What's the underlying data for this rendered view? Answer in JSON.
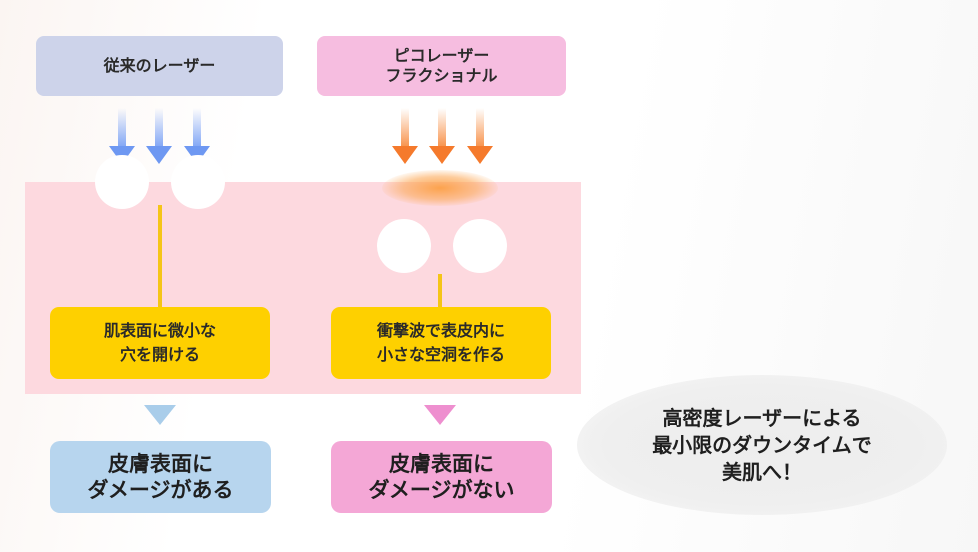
{
  "diagram": {
    "left_column": {
      "header": "従来のレーザー",
      "arrow_color": "#6e98f2",
      "callout_lines": [
        "肌表面に微小な",
        "穴を開ける"
      ],
      "result_lines": [
        "皮膚表面に",
        "ダメージがある"
      ],
      "result_color": "#b7d5ee",
      "indicator_color": "#a9cdea"
    },
    "right_column": {
      "header_lines": [
        "ピコレーザー",
        "フラクショナル"
      ],
      "arrow_color": "#f57a2c",
      "callout_lines": [
        "衝撃波で表皮内に",
        "小さな空洞を作る"
      ],
      "result_lines": [
        "皮膚表面に",
        "ダメージがない"
      ],
      "result_color": "#f4a7d6",
      "indicator_color": "#ee8fcf"
    },
    "skin_layer_color": "#fdd9df",
    "callout_color": "#fed000",
    "speech_bubble_lines": [
      "高密度レーザーによる",
      "最小限のダウンタイムで",
      "美肌へ！"
    ]
  }
}
